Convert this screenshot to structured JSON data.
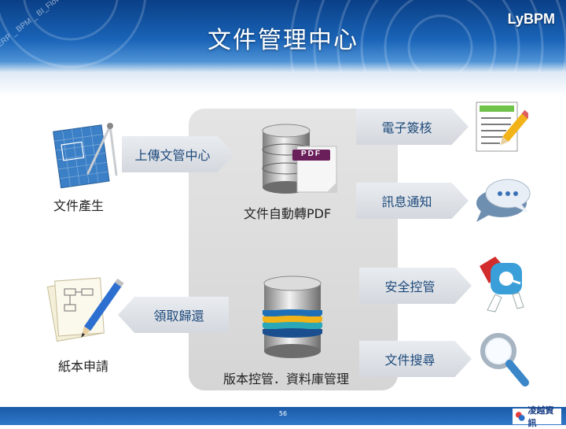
{
  "header": {
    "title": "文件管理中心",
    "brand": "LyBPM",
    "watermark": "ERP _ BPM _ BI_Flow _"
  },
  "left": {
    "create_label": "文件產生",
    "paper_label": "紙本申請"
  },
  "arrows": {
    "upload": "上傳文管中心",
    "return": "領取歸還"
  },
  "center": {
    "pdf_label": "文件自動轉PDF",
    "pdf_badge": "PDF",
    "db_label": "版本控管．資料庫管理"
  },
  "features": [
    {
      "label": "電子簽核"
    },
    {
      "label": "訊息通知"
    },
    {
      "label": "安全控管"
    },
    {
      "label": "文件搜尋"
    }
  ],
  "footer": {
    "page": "56",
    "company": "凌越資訊"
  },
  "colors": {
    "header_blue": "#1a64b8",
    "arrow_text": "#1e4a7c",
    "panel_gray": "#d9d9d9"
  }
}
